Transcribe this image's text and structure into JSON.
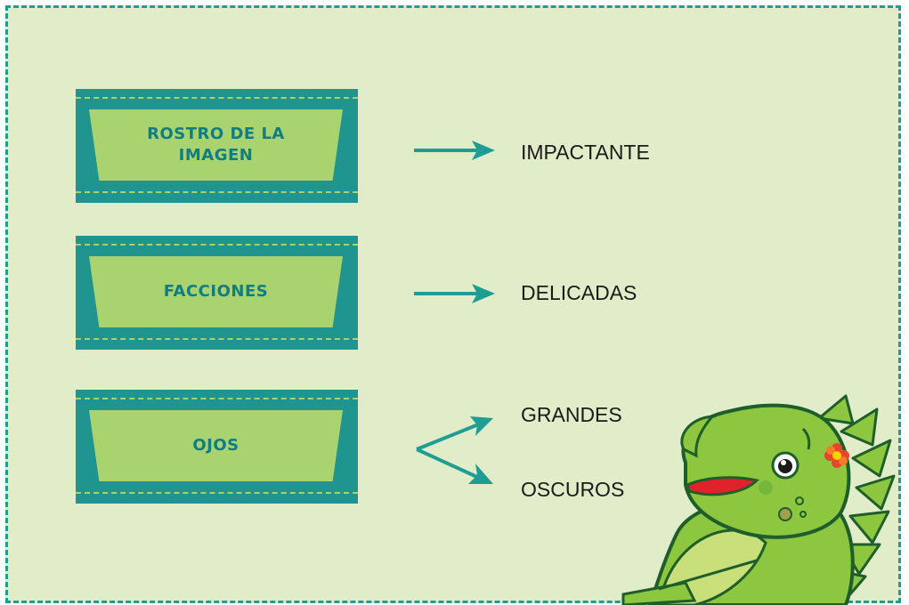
{
  "cards": [
    {
      "label": "ROSTRO DE LA IMAGEN"
    },
    {
      "label": "FACCIONES"
    },
    {
      "label": "OJOS"
    }
  ],
  "answers": {
    "impactante": "IMPACTANTE",
    "delicadas": "DELICADAS",
    "grandes": "GRANDES",
    "oscuros": "OSCUROS"
  },
  "colors": {
    "background": "#e1edc9",
    "teal": "#20948e",
    "card_plate": "#a9d36e",
    "label_text": "#0f7d82",
    "mascot_green": "#8dc63f"
  },
  "icons": {
    "arrow": "arrow-right-icon",
    "mascot": "iguana-mascot"
  }
}
